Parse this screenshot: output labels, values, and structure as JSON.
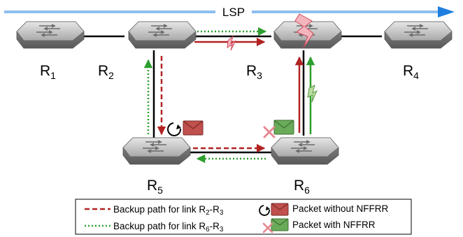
{
  "lsp": {
    "label": "LSP"
  },
  "routers": [
    {
      "id": "r1",
      "label": "R",
      "sub": "1"
    },
    {
      "id": "r2",
      "label": "R",
      "sub": "2"
    },
    {
      "id": "r3",
      "label": "R",
      "sub": "3"
    },
    {
      "id": "r4",
      "label": "R",
      "sub": "4"
    },
    {
      "id": "r5",
      "label": "R",
      "sub": "5"
    },
    {
      "id": "r6",
      "label": "R",
      "sub": "6"
    }
  ],
  "legend": {
    "backup_r2": {
      "prefix": "Backup path for link R",
      "sub_a": "2",
      "mid": "-R",
      "sub_b": "3",
      "color": "#b22222"
    },
    "backup_r6": {
      "prefix": "Backup path for link R",
      "sub_a": "6",
      "mid": "-R",
      "sub_b": "3",
      "color": "#2e9e2e"
    },
    "packet_without": {
      "label": "Packet without NFFRR",
      "color": "#c0504d"
    },
    "packet_with": {
      "label": "Packet with NFFRR",
      "color": "#6aab5a"
    }
  },
  "colors": {
    "lsp": "#1e7fe0",
    "red_path": "#b22222",
    "green_path": "#2e9e2e",
    "failure_red": "#f4b5bd",
    "failure_green": "#b9dca0"
  }
}
